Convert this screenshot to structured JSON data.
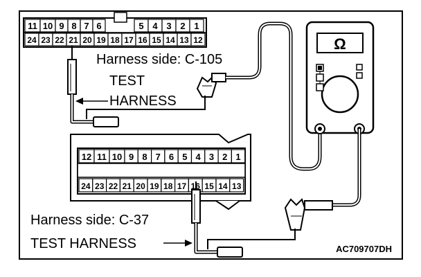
{
  "connector_c105": {
    "label": "Harness side: C-105",
    "top_pins": [
      "11",
      "10",
      "9",
      "8",
      "7",
      "6",
      "5",
      "4",
      "3",
      "2",
      "1"
    ],
    "bottom_pins": [
      "24",
      "23",
      "22",
      "21",
      "20",
      "19",
      "18",
      "17",
      "16",
      "15",
      "14",
      "13",
      "12"
    ]
  },
  "connector_c37": {
    "label": "Harness side: C-37",
    "top_pins": [
      "12",
      "11",
      "10",
      "9",
      "8",
      "7",
      "6",
      "5",
      "4",
      "3",
      "2",
      "1"
    ],
    "bottom_pins": [
      "24",
      "23",
      "22",
      "21",
      "20",
      "19",
      "18",
      "17",
      "16",
      "15",
      "14",
      "13"
    ]
  },
  "test_harness_1": {
    "line1": "TEST",
    "line2": "HARNESS"
  },
  "test_harness_2": {
    "label": "TEST HARNESS"
  },
  "meter": {
    "symbol": "Ω"
  },
  "figure_code": "AC709707DH"
}
